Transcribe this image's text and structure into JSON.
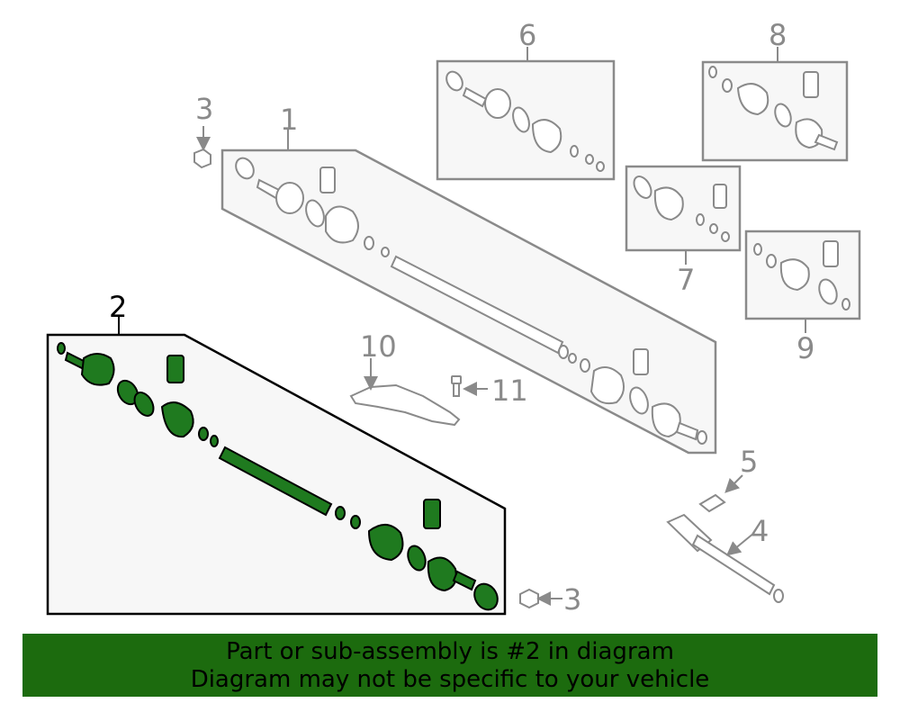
{
  "callouts": {
    "c1": "1",
    "c2": "2",
    "c3a": "3",
    "c3b": "3",
    "c4": "4",
    "c5": "5",
    "c6": "6",
    "c7": "7",
    "c8": "8",
    "c9": "9",
    "c10": "10",
    "c11": "11"
  },
  "banner": {
    "line1": "Part or sub-assembly is #2 in diagram",
    "line2": "Diagram may not be specific to your vehicle"
  },
  "colors": {
    "highlight_fill": "#1f7a1f",
    "outline_gray": "#8a8a8a",
    "banner_bg": "#1c6b0e"
  }
}
